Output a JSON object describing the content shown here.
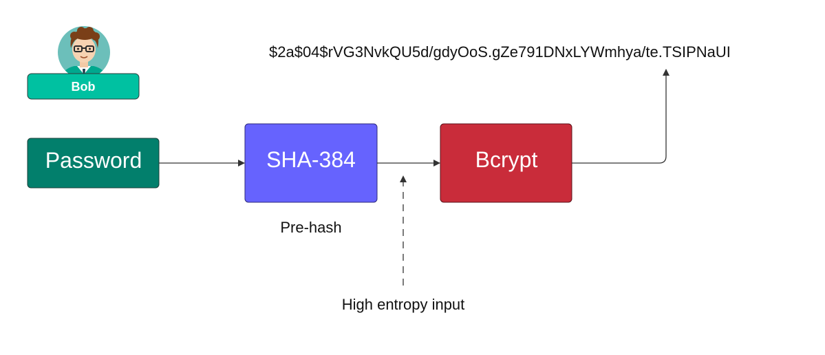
{
  "actor": {
    "name": "Bob",
    "icon": "user-avatar-icon"
  },
  "nodes": {
    "password": {
      "label": "Password",
      "color": "#027f6c"
    },
    "sha384": {
      "label": "SHA-384",
      "color": "#6663fe"
    },
    "bcrypt": {
      "label": "Bcrypt",
      "color": "#c92c3a"
    }
  },
  "annotations": {
    "prehash": "Pre-hash",
    "entropy": "High entropy input"
  },
  "output_hash": "$2a$04$rVG3NvkQU5d/gdyOoS.gZe791DNxLYWmhya/te.TSIPNaUI",
  "colors": {
    "actor_badge": "#00c1a1",
    "arrow": "#333333"
  }
}
